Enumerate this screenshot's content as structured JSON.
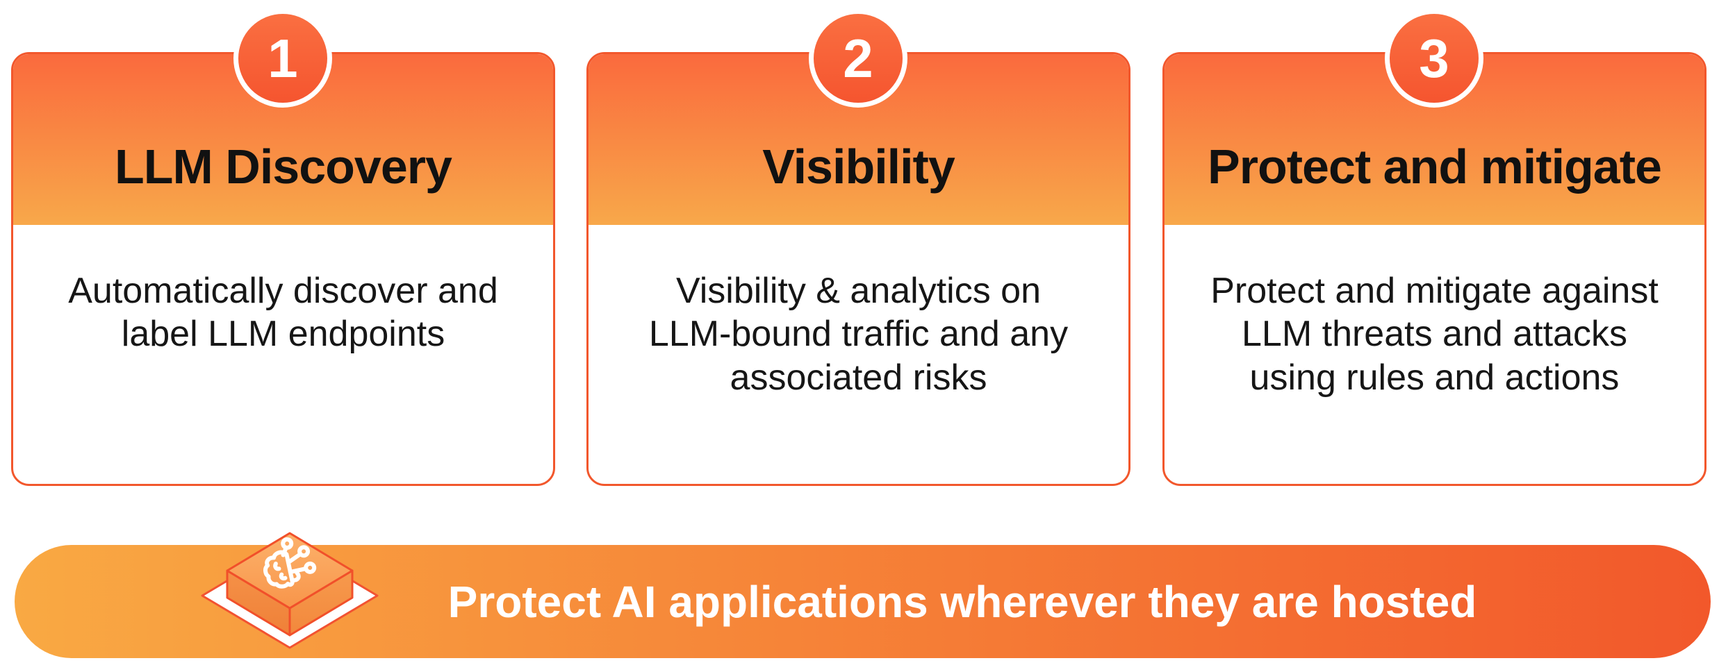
{
  "cards": [
    {
      "number": "1",
      "title": "LLM Discovery",
      "description": "Automatically discover and\nlabel LLM endpoints"
    },
    {
      "number": "2",
      "title": "Visibility",
      "description": "Visibility & analytics on\nLLM-bound traffic and any\nassociated risks"
    },
    {
      "number": "3",
      "title": "Protect and mitigate",
      "description": "Protect and mitigate against\nLLM threats and attacks\nusing rules and actions"
    }
  ],
  "banner": {
    "label": "Protect AI applications wherever they are hosted",
    "icon": "ai-brain-chip-icon"
  },
  "colors": {
    "card-border": "#F2572C",
    "header-gradient-top": "#FA6A3D",
    "header-gradient-bottom": "#F8A84A",
    "badge-fill-top": "#FA6F41",
    "badge-fill-bottom": "#F5552F",
    "banner-gradient-left": "#F9A943",
    "banner-gradient-right": "#F2582B",
    "title-color": "#111111",
    "body-text-color": "#161616",
    "banner-text-color": "#FFFFFF",
    "icon-stroke": "#F1502A"
  }
}
